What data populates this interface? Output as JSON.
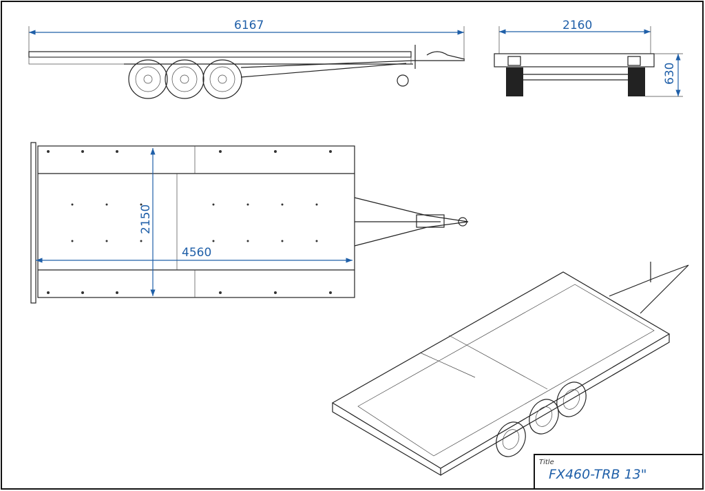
{
  "drawing": {
    "side_view": {
      "length_dimension": "6167"
    },
    "rear_view": {
      "width_dimension": "2160",
      "height_dimension": "630"
    },
    "top_view": {
      "deck_length_dimension": "4560",
      "deck_width_dimension": "2150"
    },
    "title_block": {
      "label": "Title",
      "title": "FX460-TRB 13\""
    }
  },
  "colors": {
    "dimension": "#1f5fa8",
    "line": "#222222"
  }
}
